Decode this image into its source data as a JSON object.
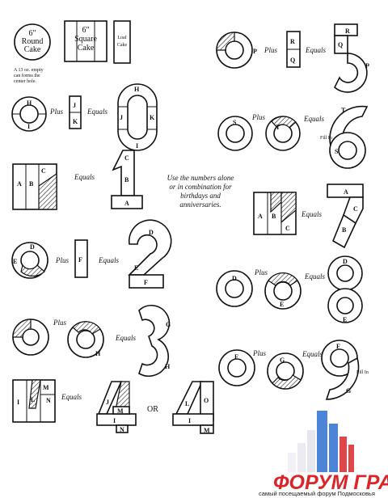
{
  "legend": {
    "round_cake": "6\" Round Cake",
    "round_l1": "6\"",
    "round_l2": "Round",
    "round_l3": "Cake",
    "square_l1": "6\"",
    "square_l2": "Square",
    "square_l3": "Cake",
    "loaf_l1": "Loaf",
    "loaf_l2": "Cake",
    "note_l1": "A 13 oz. empty",
    "note_l2": "can forms the",
    "note_l3": "center hole."
  },
  "words": {
    "plus": "Plus",
    "equals": "Equals",
    "or": "OR",
    "fill_in": "Fill In"
  },
  "center_note": {
    "l1": "Use the numbers alone",
    "l2": "or in combination for",
    "l3": "birthdays and",
    "l4": "anniversaries."
  },
  "piece_letters": [
    "A",
    "B",
    "C",
    "D",
    "E",
    "F",
    "G",
    "H",
    "I",
    "J",
    "K",
    "L",
    "M",
    "N",
    "O",
    "P",
    "Q",
    "R",
    "S",
    "T"
  ],
  "watermark": {
    "title": "ФОРУМ ГРАД",
    "subtitle": "самый посещаемый форум Подмосковья",
    "bar_colors": [
      "#2d6fd1",
      "#d9262a",
      "#ffffff"
    ]
  }
}
